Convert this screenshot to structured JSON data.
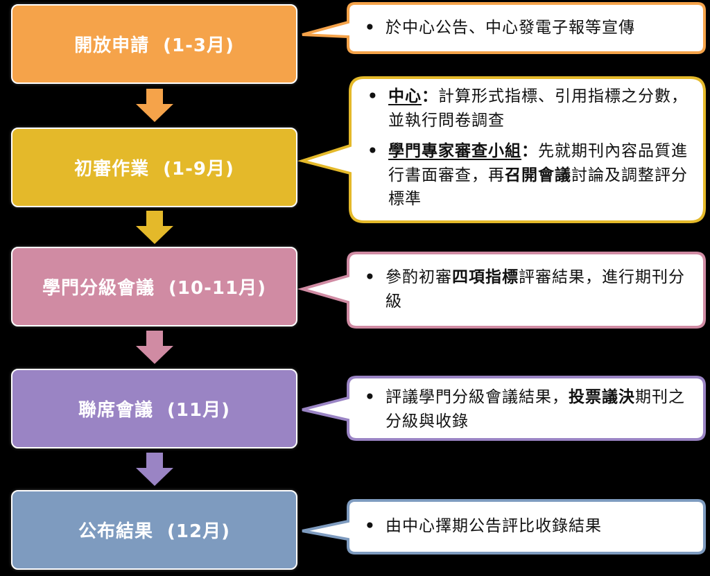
{
  "stages": [
    {
      "title": "開放申請",
      "period": "(1-3月)",
      "color": "#f5a34a"
    },
    {
      "title": "初審作業",
      "period": "(1-9月)",
      "color": "#e4b92a"
    },
    {
      "title": "學門分級會議",
      "period": "(10-11月)",
      "color": "#d08ba3"
    },
    {
      "title": "聯席會議",
      "period": "(11月)",
      "color": "#9a84c4"
    },
    {
      "title": "公布結果",
      "period": "(12月)",
      "color": "#7e9bbf"
    }
  ],
  "arrow_colors": [
    "#f5a34a",
    "#e4b92a",
    "#d08ba3",
    "#9a84c4"
  ],
  "notes": {
    "n1": {
      "text": "於中心公告、中心發電子報等宣傳",
      "border": "#f5a34a"
    },
    "n2": {
      "border": "#e4b92a",
      "item1": {
        "bold": "中心",
        "colon": "：",
        "rest": "計算形式指標、引用指標之分數，並執行問卷調查"
      },
      "item2": {
        "bold": "學門專家審查小組",
        "colon": "：",
        "rest1": "先就期刊內容品質進行書面審查，再",
        "bold2": "召開會議",
        "rest2": "討論及調整評分標準"
      }
    },
    "n3": {
      "pre": "參酌初審",
      "bold": "四項指標",
      "post": "評審結果，進行期刊分級",
      "border": "#d08ba3"
    },
    "n4": {
      "pre": "評議學門分級會議結果，",
      "bold": "投票議決",
      "post": "期刊之分級與收錄",
      "border": "#9a84c4"
    },
    "n5": {
      "text": "由中心擇期公告評比收錄結果",
      "border": "#7e9bbf"
    }
  }
}
